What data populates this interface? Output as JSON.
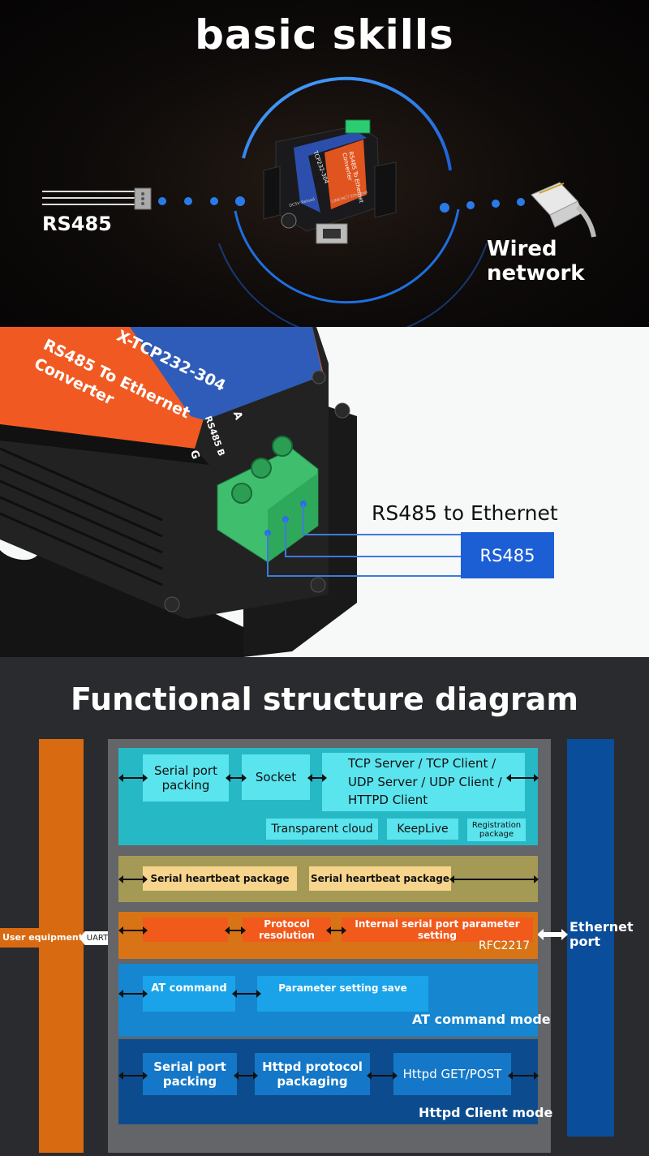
{
  "section1": {
    "title": "basic skills",
    "left_label": "RS485",
    "right_label": "Wired network",
    "device_text": [
      "TCP232-304",
      "RS485 To Ethernet Converter",
      "DC5V  Reload",
      "LINK/ACT  Ethernet"
    ]
  },
  "section2": {
    "device_text": [
      "RS485 To Ethernet Converter",
      "X-TCP232-304",
      "G",
      "RS485 B",
      "A"
    ],
    "heading": "RS485 to Ethernet",
    "rs485_box": "RS485"
  },
  "section3": {
    "title": "Functional structure diagram",
    "user_equipment": "User equipment",
    "uart": "UART",
    "ethernet_port": "Ethernet port",
    "band1": {
      "serial_port_packing": "Serial port packing",
      "socket": "Socket",
      "protocols": "TCP Server / TCP Client / UDP Server / UDP Client / HTTPD Client",
      "transparent_cloud": "Transparent cloud",
      "keeplive": "KeepLive",
      "registration_package": "Registration package"
    },
    "band2": {
      "heartbeat_1": "Serial heartbeat package",
      "heartbeat_2": "Serial heartbeat package"
    },
    "band3": {
      "protocol_resolution": "Protocol resolution",
      "internal_setting": "Internal serial port parameter setting",
      "rfc": "RFC2217"
    },
    "band4": {
      "at_command": "AT command",
      "parameter_save": "Parameter setting save",
      "mode": "AT command mode"
    },
    "band5": {
      "serial_port_packing": "Serial port packing",
      "httpd_packaging": "Httpd protocol packaging",
      "httpd_get_post": "Httpd GET/POST",
      "mode": "Httpd Client mode"
    }
  },
  "colors": {
    "orange_bar": "#d86a12",
    "blue_bar": "#0a4d9a",
    "cyan": "#27b8c6",
    "olive": "#a59a55",
    "orange_band": "#d87416",
    "blue_band": "#1586cf",
    "navy_band": "#0c4c8e"
  }
}
